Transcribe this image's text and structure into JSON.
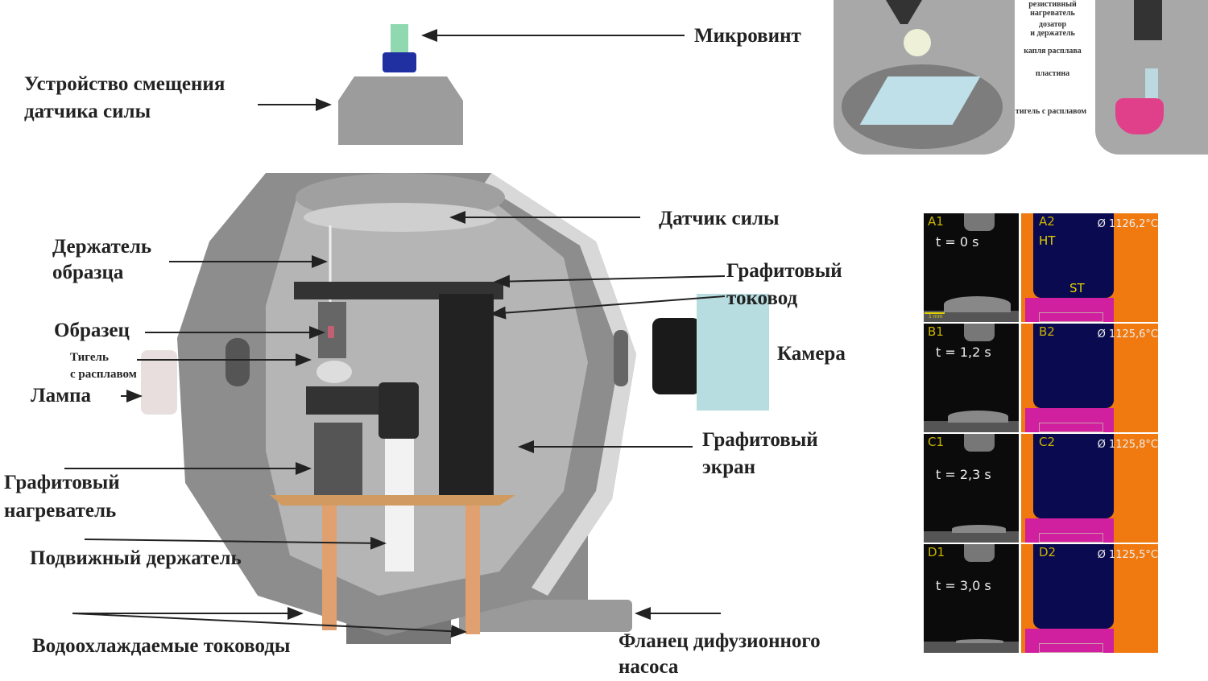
{
  "labels": {
    "microscrew": "Микровинт",
    "force_offset_1": "Устройство смещения",
    "force_offset_2": "датчика силы",
    "force_sensor": "Датчик силы",
    "holder_1": "Держатель",
    "holder_2": "образца",
    "lead_1": "Графитовый",
    "lead_2": "токовод",
    "sample": "Образец",
    "crucible_1": "Тигель",
    "crucible_2": "с расплавом",
    "camera": "Камера",
    "lamp": "Лампа",
    "screen_1": "Графитовый",
    "screen_2": "экран",
    "heater_1": "Графитовый",
    "heater_2": "нагреватель",
    "movable": "Подвижный держатель",
    "cooled": "Водоохлаждаемые тоководы",
    "flange_1": "Фланец дифузионного",
    "flange_2": "насоса"
  },
  "inset": {
    "heater_1": "резистивный",
    "heater_2": "нагреватель",
    "dispenser_1": "дозатор",
    "dispenser_2": "и держатель",
    "drop": "капля расплава",
    "plate": "пластина",
    "crucible": "тигель с расплавом"
  },
  "frames": [
    {
      "id1": "A1",
      "id2": "A2",
      "time": "t = 0 s",
      "temp": "Ø 1126,2°C"
    },
    {
      "id1": "B1",
      "id2": "B2",
      "time": "t = 1,2 s",
      "temp": "Ø 1125,6°C"
    },
    {
      "id1": "C1",
      "id2": "C2",
      "time": "t = 2,3 s",
      "temp": "Ø 1125,8°C"
    },
    {
      "id1": "D1",
      "id2": "D2",
      "time": "t = 3,0 s",
      "temp": "Ø 1125,5°C"
    }
  ],
  "frame_annotations": {
    "ht": "HT",
    "st": "ST",
    "scale": "1 mm"
  },
  "colors": {
    "chamber": "#8a8a8a",
    "thermal_cold": "#0a0a50",
    "thermal_hot": "#f07a10",
    "thermal_mid": "#d020a0",
    "annotation": "#e0d000"
  }
}
